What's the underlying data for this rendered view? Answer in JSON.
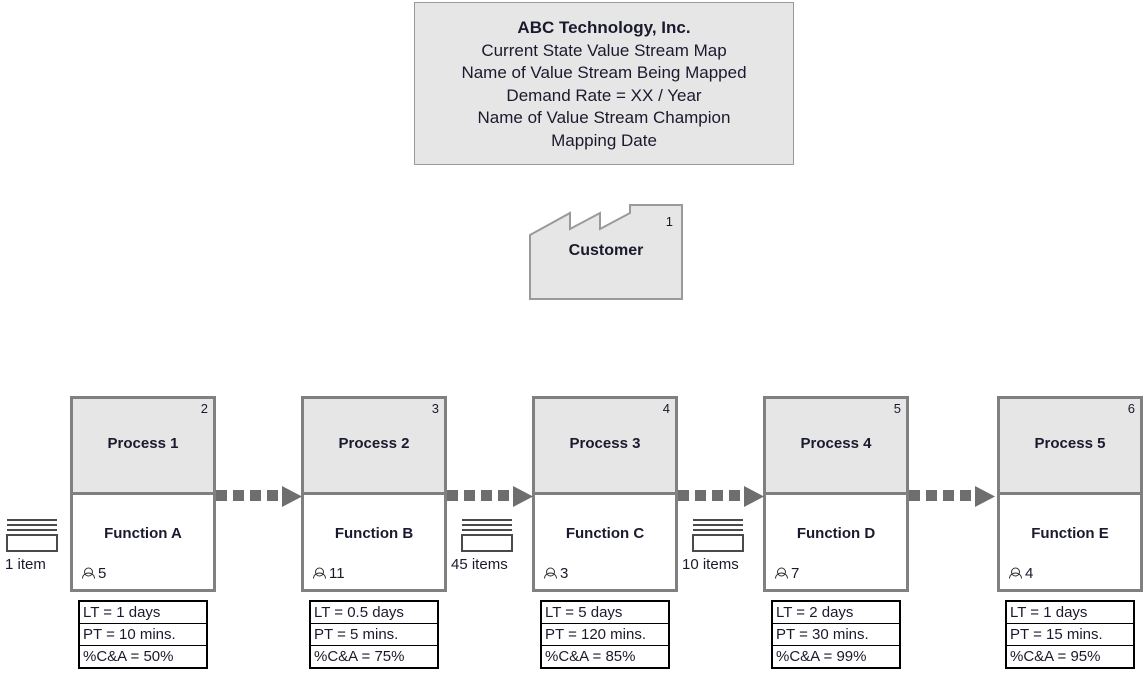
{
  "title_block": {
    "lines": [
      "ABC Technology, Inc.",
      "Current State Value Stream Map",
      "Name of Value Stream Being Mapped",
      "Demand Rate = XX / Year",
      "Name of Value Stream Champion",
      "Mapping Date"
    ]
  },
  "customer": {
    "label": "Customer",
    "number": "1"
  },
  "processes": [
    {
      "number": "2",
      "name": "Process 1",
      "function": "Function A",
      "operators": "5",
      "lt": "LT = 1 days",
      "pt": "PT = 10 mins.",
      "ca": "%C&A = 50%"
    },
    {
      "number": "3",
      "name": "Process 2",
      "function": "Function B",
      "operators": "11",
      "lt": "LT = 0.5 days",
      "pt": "PT = 5 mins.",
      "ca": "%C&A = 75%"
    },
    {
      "number": "4",
      "name": "Process 3",
      "function": "Function C",
      "operators": "3",
      "lt": "LT = 5 days",
      "pt": "PT = 120 mins.",
      "ca": "%C&A = 85%"
    },
    {
      "number": "5",
      "name": "Process 4",
      "function": "Function D",
      "operators": "7",
      "lt": "LT = 2 days",
      "pt": "PT = 30 mins.",
      "ca": "%C&A = 99%"
    },
    {
      "number": "6",
      "name": "Process 5",
      "function": "Function E",
      "operators": "4",
      "lt": "LT = 1 days",
      "pt": "PT = 15 mins.",
      "ca": "%C&A = 95%"
    }
  ],
  "inventories": [
    {
      "label": "1 item"
    },
    {
      "label": "45 items"
    },
    {
      "label": "10 items"
    }
  ],
  "colors": {
    "box_fill": "#e6e6e6",
    "box_border": "#808080",
    "arrow": "#6e6e6e",
    "data_border": "#000000",
    "text": "#1a1a2e"
  }
}
